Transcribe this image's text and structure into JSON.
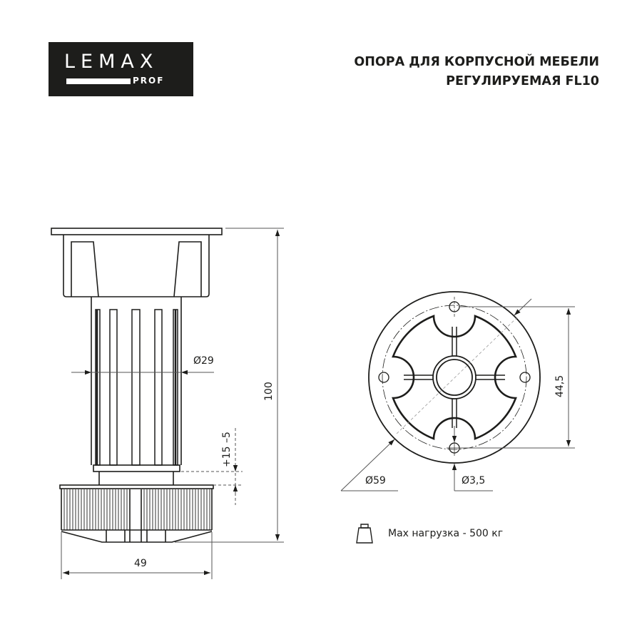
{
  "brand": {
    "name": "LEMAX",
    "sub": "PROF",
    "bg_color": "#1d1d1b",
    "fg_color": "#ffffff"
  },
  "title": {
    "line1": "ОПОРА ДЛЯ КОРПУСНОЙ МЕБЕЛИ",
    "line2": "РЕГУЛИРУЕМАЯ FL10"
  },
  "side_view": {
    "height_label": "100",
    "column_diameter_label": "Ø29",
    "base_width_label": "49",
    "adjustment_label": "+15 –5"
  },
  "top_view": {
    "outer_diameter_label": "Ø59",
    "hole_diameter_label": "Ø3,5",
    "hole_spacing_label": "44,5"
  },
  "load": {
    "icon": "weight-icon",
    "text": "Max нагрузка - 500 кг"
  },
  "colors": {
    "line": "#1d1d1b",
    "dim_line": "#555555",
    "background": "#ffffff"
  }
}
